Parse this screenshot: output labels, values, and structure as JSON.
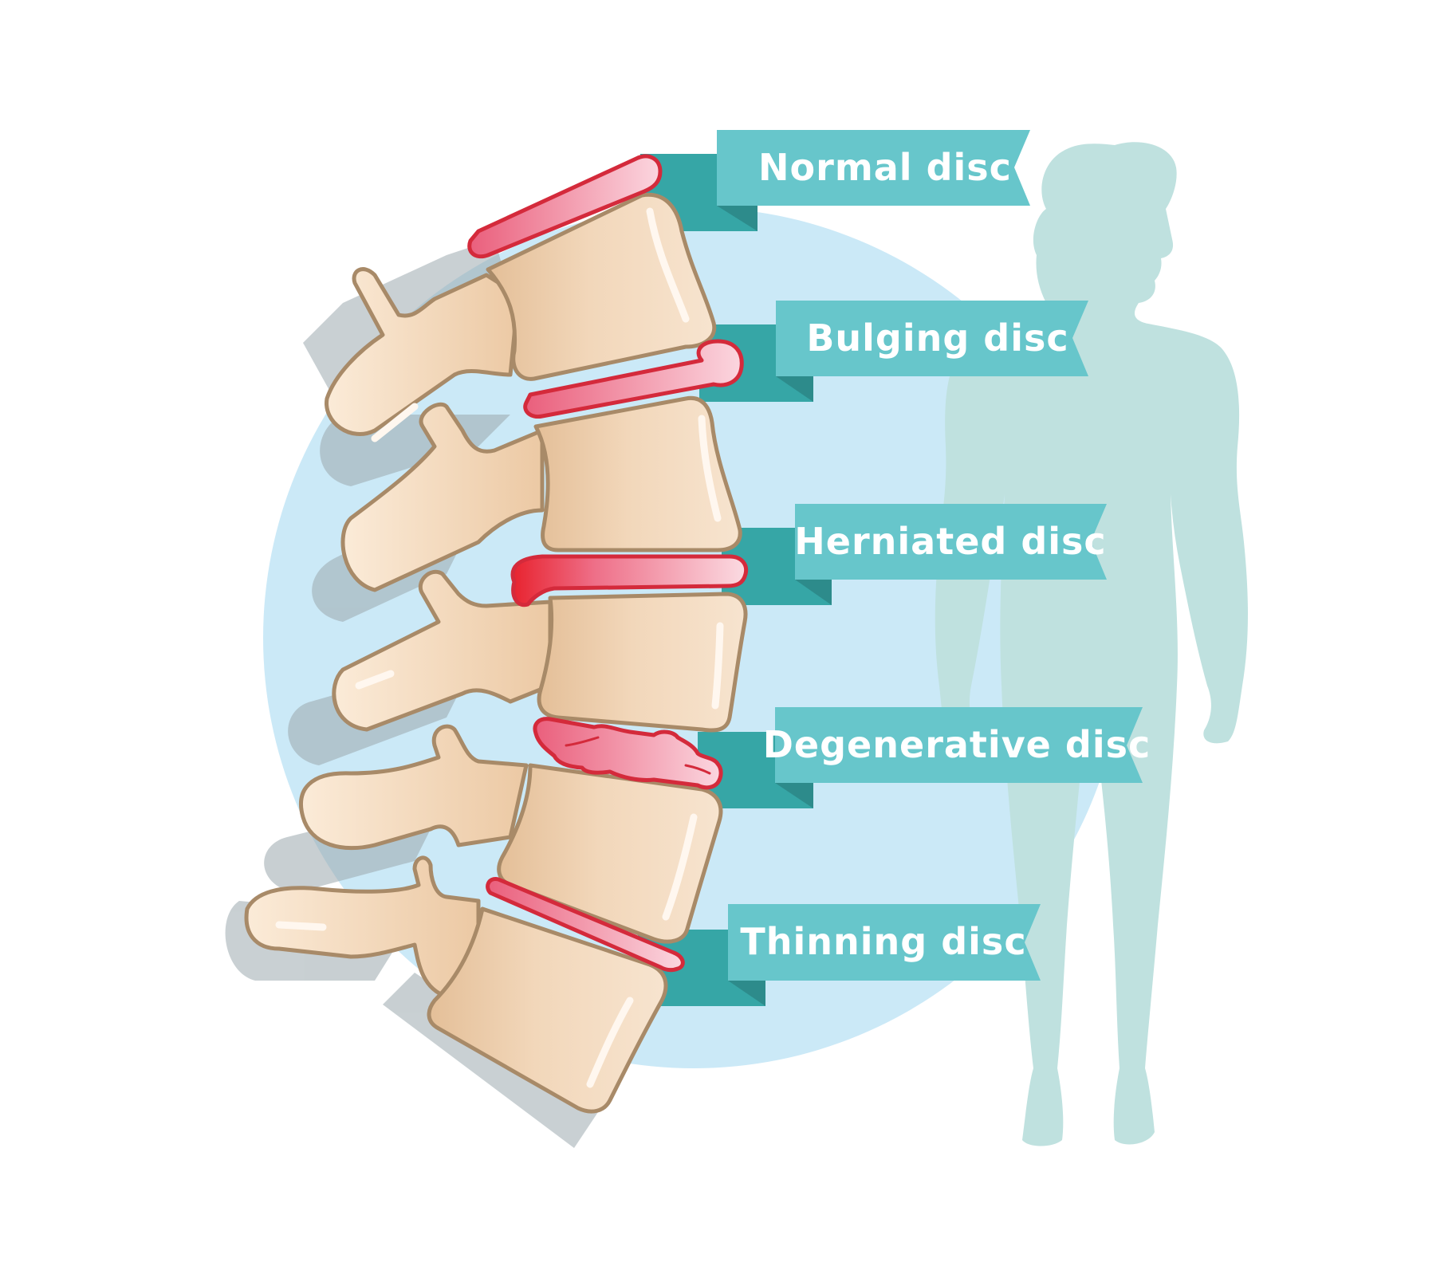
{
  "labels": {
    "normal": "Normal disc",
    "bulging": "Bulging disc",
    "herniated": "Herniated disc",
    "degenerative": "Degenerative disc",
    "thinning": "Thinning disc"
  },
  "colors": {
    "background_circle": "#cbe9f7",
    "silhouette": "#bfe1df",
    "ribbon_face": "#67c6cb",
    "ribbon_fold": "#36a6a6",
    "bone_fill": "#f2d6b8",
    "bone_outline": "#a88a68",
    "disc_fill": "#ef7f98",
    "disc_outline": "#d42a3b",
    "shadow": "#9ca9ae"
  }
}
